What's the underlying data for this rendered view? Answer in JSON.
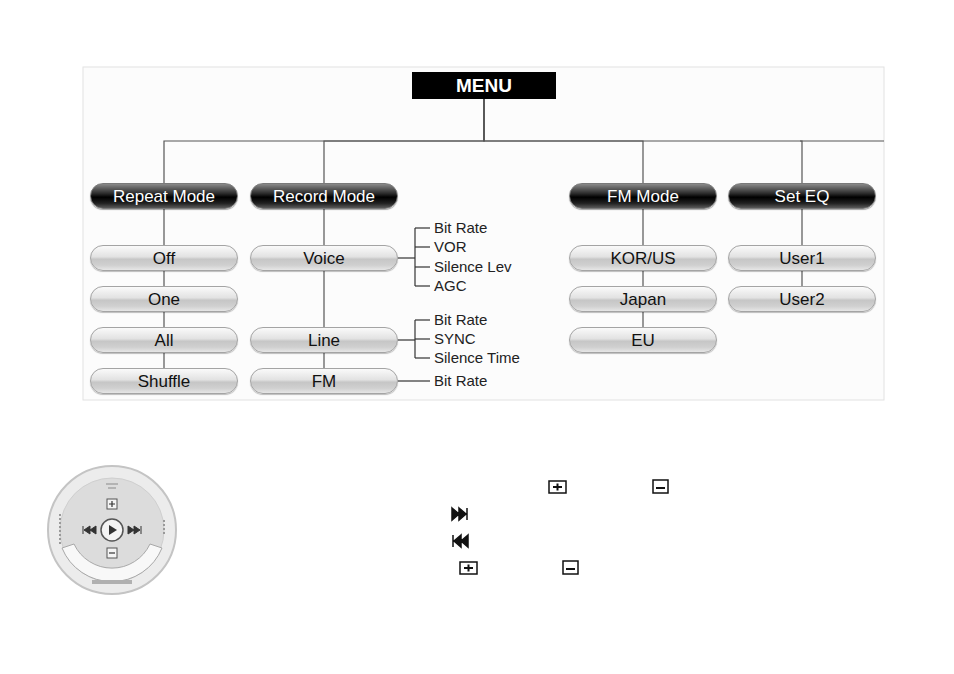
{
  "diagram": {
    "nodes": [
      {
        "text": [
          "MENU"
        ]
      },
      {
        "text": [
          "Repeat Mode"
        ]
      },
      {
        "text": [
          "Off"
        ]
      },
      {
        "text": [
          "One"
        ]
      },
      {
        "text": [
          "All"
        ]
      },
      {
        "text": [
          "Shuffle"
        ]
      },
      {
        "text": [
          "Record Mode"
        ]
      },
      {
        "text": [
          "Voice"
        ]
      },
      {
        "text": [
          "Line"
        ]
      },
      {
        "text": [
          "FM"
        ]
      },
      {
        "text": [
          "FM Mode"
        ]
      },
      {
        "text": [
          "KOR/US"
        ]
      },
      {
        "text": [
          "Japan"
        ]
      },
      {
        "text": [
          "EU"
        ]
      },
      {
        "text": [
          "Set EQ"
        ]
      },
      {
        "text": [
          "User1"
        ]
      },
      {
        "text": [
          "User2"
        ]
      }
    ],
    "edges": [
      {
        "from": 0,
        "to": 1,
        "arrow": "none"
      },
      {
        "from": 0,
        "to": 6,
        "arrow": "none"
      },
      {
        "from": 0,
        "to": 10,
        "arrow": "none"
      },
      {
        "from": 0,
        "to": 14,
        "arrow": "none"
      },
      {
        "from": 1,
        "to": 2,
        "arrow": "none"
      },
      {
        "from": 2,
        "to": 3,
        "arrow": "none"
      },
      {
        "from": 3,
        "to": 4,
        "arrow": "none"
      },
      {
        "from": 4,
        "to": 5,
        "arrow": "none"
      },
      {
        "from": 6,
        "to": 7,
        "arrow": "none"
      },
      {
        "from": 7,
        "to": 8,
        "arrow": "none"
      },
      {
        "from": 8,
        "to": 9,
        "arrow": "none"
      },
      {
        "from": 10,
        "to": 11,
        "arrow": "none"
      },
      {
        "from": 11,
        "to": 12,
        "arrow": "none"
      },
      {
        "from": 12,
        "to": 13,
        "arrow": "none"
      },
      {
        "from": 14,
        "to": 15,
        "arrow": "none"
      },
      {
        "from": 15,
        "to": 16,
        "arrow": "none"
      }
    ],
    "labels": [
      "Bit Rate",
      "VOR",
      "Silence Lev",
      "AGC",
      "Bit Rate",
      "SYNC",
      "Silence Time",
      "Bit Rate"
    ]
  }
}
